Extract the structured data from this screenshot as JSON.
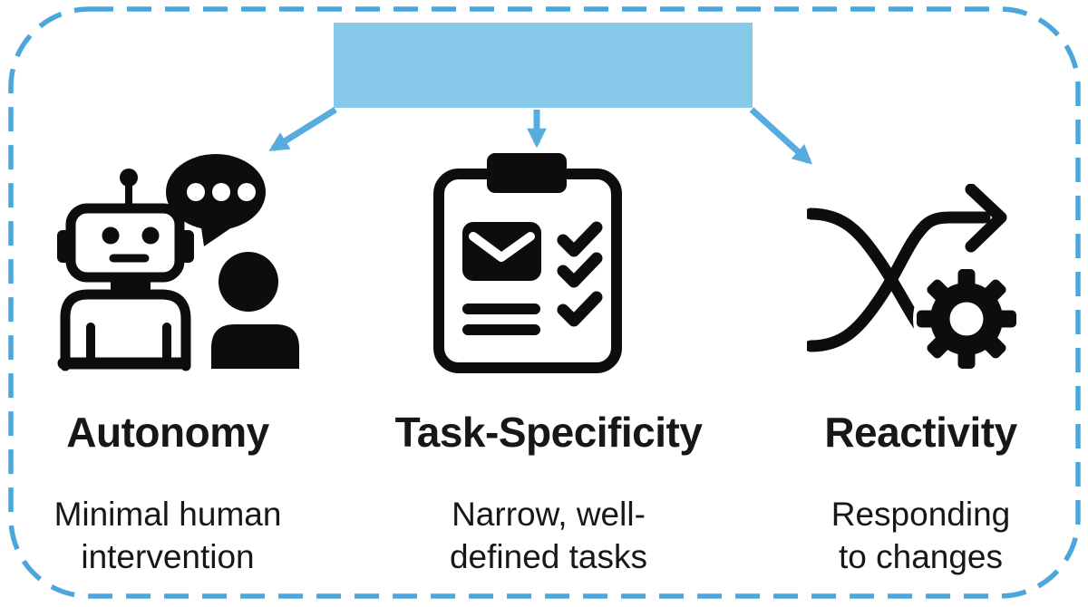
{
  "diagram": {
    "header_box": {
      "label": ""
    },
    "colors": {
      "box_fill": "#87C9E8",
      "arrow": "#57ACDF",
      "border": "#4DA6DB",
      "icon": "#0d0d0d",
      "text": "#171717"
    },
    "columns": [
      {
        "id": "autonomy",
        "icon": "robot-chat-person-icon",
        "title": "Autonomy",
        "subtitle": "Minimal human\nintervention"
      },
      {
        "id": "task-specificity",
        "icon": "clipboard-checklist-icon",
        "title": "Task-Specificity",
        "subtitle": "Narrow, well-\ndefined tasks"
      },
      {
        "id": "reactivity",
        "icon": "shuffle-arrows-gear-icon",
        "title": "Reactivity",
        "subtitle": "Responding\nto changes"
      }
    ]
  }
}
